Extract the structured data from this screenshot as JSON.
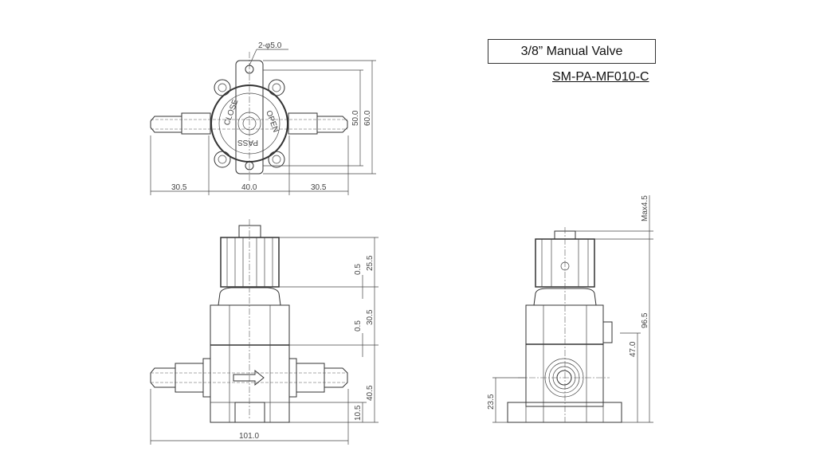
{
  "title": "3/8” Manual Valve",
  "part_number": "SM-PA-MF010-C",
  "top_view": {
    "hole_callout": "2-φ5.0",
    "dims": {
      "left": "30.5",
      "center": "40.0",
      "right": "30.5",
      "hole_pitch": "50.0",
      "plate_height": "60.0"
    },
    "knob_text": [
      "CLOSE",
      "OPEN",
      "PASS"
    ]
  },
  "front_view": {
    "dims": {
      "knob": "25.5",
      "gap1": "0.5",
      "bonnet": "30.5",
      "gap2": "0.5",
      "body": "40.5",
      "base": "10.5",
      "overall_width": "101.0"
    }
  },
  "side_view": {
    "dims": {
      "max": "Max4.5",
      "overall_height": "96.5",
      "nub_height": "47.0",
      "port_height": "23.5"
    }
  }
}
